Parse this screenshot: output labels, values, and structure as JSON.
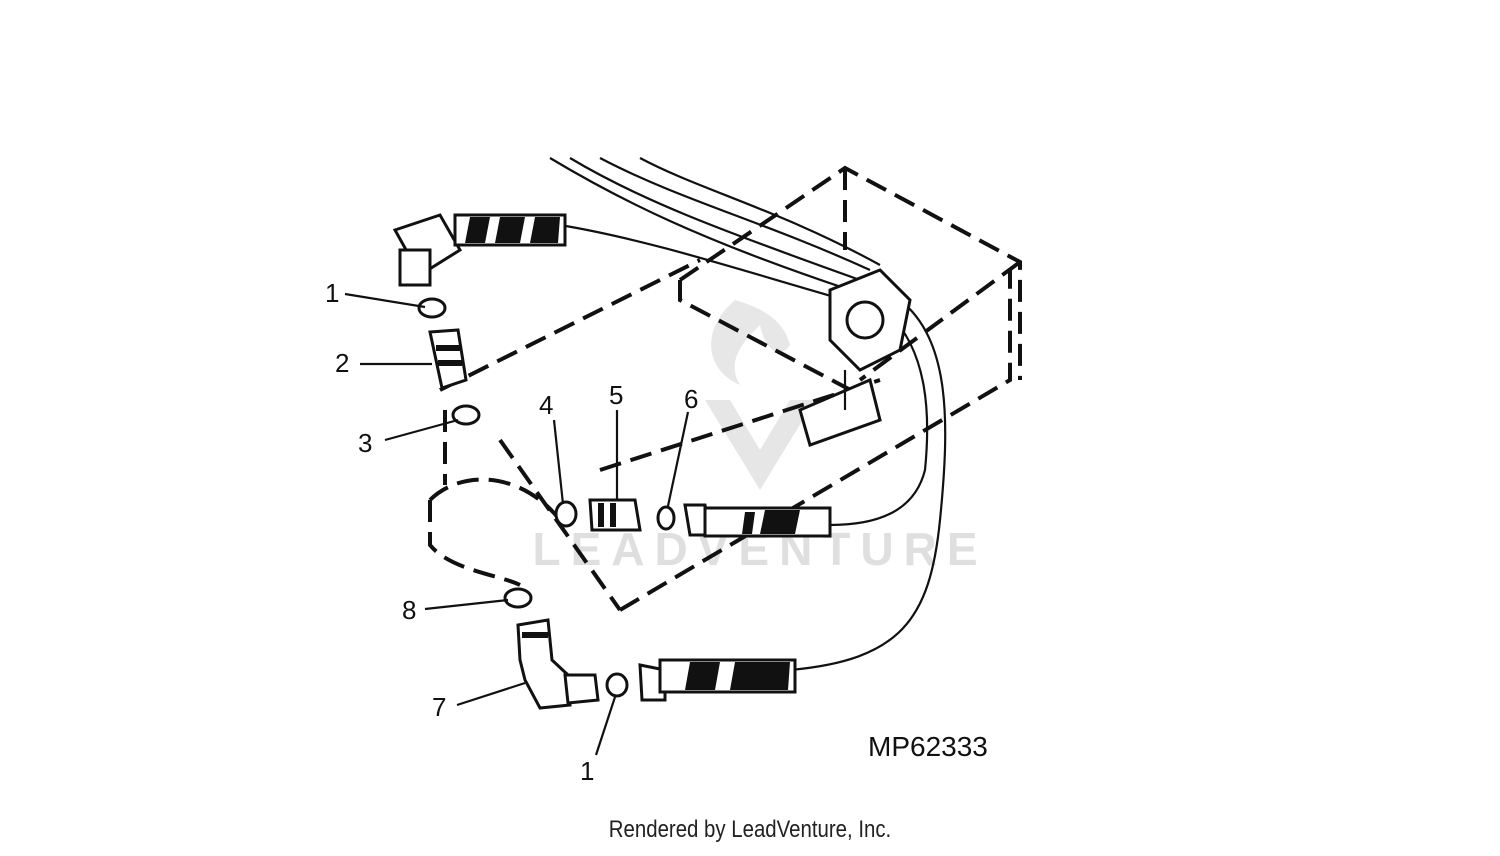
{
  "diagram": {
    "callouts": [
      {
        "id": "c1a",
        "text": "1"
      },
      {
        "id": "c2",
        "text": "2"
      },
      {
        "id": "c3",
        "text": "3"
      },
      {
        "id": "c4",
        "text": "4"
      },
      {
        "id": "c5",
        "text": "5"
      },
      {
        "id": "c6",
        "text": "6"
      },
      {
        "id": "c8",
        "text": "8"
      },
      {
        "id": "c7",
        "text": "7"
      },
      {
        "id": "c1b",
        "text": "1"
      }
    ],
    "figure_id": "MP62333",
    "watermark": "LEADVENTURE"
  },
  "footer": {
    "text": "Rendered by LeadVenture, Inc."
  }
}
